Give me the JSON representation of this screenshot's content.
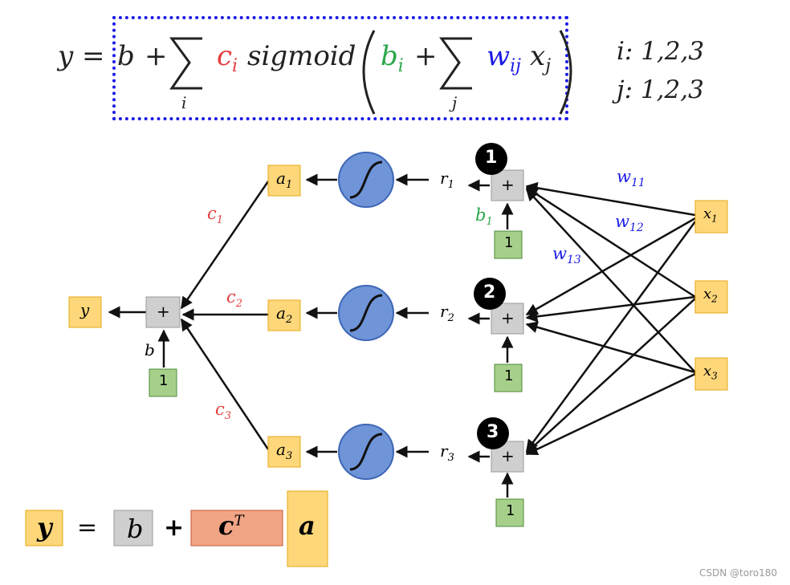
{
  "formula": {
    "lhs": "y =",
    "b": "b",
    "plus1": "+",
    "sum_index_i": "i",
    "c_i": "c",
    "c_sub": "i",
    "sigmoid": "sigmoid",
    "b_i": "b",
    "b_sub": "i",
    "plus2": "+",
    "sum_index_j": "j",
    "w": "w",
    "w_sub": "ij",
    "x": "x",
    "x_sub": "j",
    "range_i": "i: 1,2,3",
    "range_j": "j: 1,2,3"
  },
  "network": {
    "output": "y",
    "bias_label": "b",
    "one": "1",
    "neurons": [
      {
        "badge": "1",
        "a": "a",
        "a_sub": "1",
        "r": "r",
        "r_sub": "1",
        "c": "c",
        "c_sub": "1",
        "bias": "b",
        "bias_sub": "1"
      },
      {
        "badge": "2",
        "a": "a",
        "a_sub": "2",
        "r": "r",
        "r_sub": "2",
        "c": "c",
        "c_sub": "2"
      },
      {
        "badge": "3",
        "a": "a",
        "a_sub": "3",
        "r": "r",
        "r_sub": "3",
        "c": "c",
        "c_sub": "3"
      }
    ],
    "inputs": [
      {
        "x": "x",
        "sub": "1"
      },
      {
        "x": "x",
        "sub": "2"
      },
      {
        "x": "x",
        "sub": "3"
      }
    ],
    "weights": [
      {
        "w": "w",
        "sub": "11"
      },
      {
        "w": "w",
        "sub": "12"
      },
      {
        "w": "w",
        "sub": "13"
      }
    ],
    "plus": "+"
  },
  "vector_formula": {
    "y": "y",
    "eq": "=",
    "b": "b",
    "plus": "+",
    "cT": "c",
    "T": "T",
    "a": "a"
  },
  "colors": {
    "yellow": "#fdd77a",
    "yellow_border": "#e6a817",
    "green": "#a6d08a",
    "green_border": "#4e8a3a",
    "gray": "#cfcfcf",
    "gray_border": "#9a9a9a",
    "sigmoid_fill": "#6f95d8",
    "sigmoid_border": "#3d66b6",
    "red": "#e43b3b",
    "blue": "#1a1ae6",
    "formula_green": "#2aa84a",
    "salmon": "#f2a585",
    "salmon_border": "#c5532d"
  },
  "watermark": "CSDN @toro180"
}
